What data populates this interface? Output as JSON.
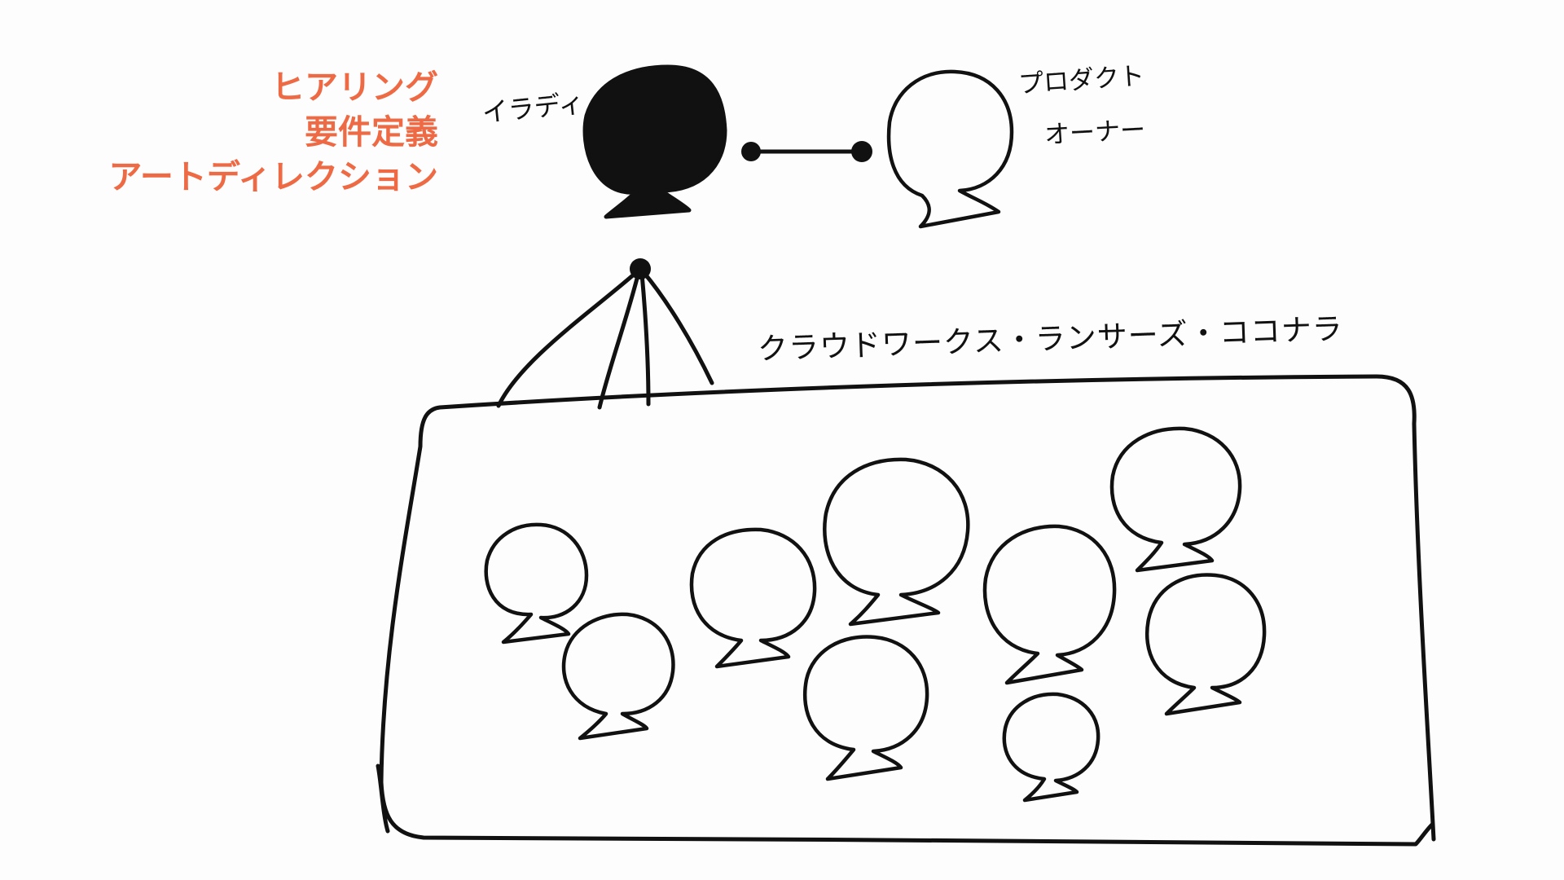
{
  "roles": {
    "color": "#ee6a45",
    "items": [
      "ヒアリング",
      "要件定義",
      "アートディレクション"
    ]
  },
  "labels": {
    "director": "イラディ",
    "product_owner_line1": "プロダクト",
    "product_owner_line2": "オーナー",
    "platforms": "クラウドワークス・ランサーズ・ココナラ"
  }
}
